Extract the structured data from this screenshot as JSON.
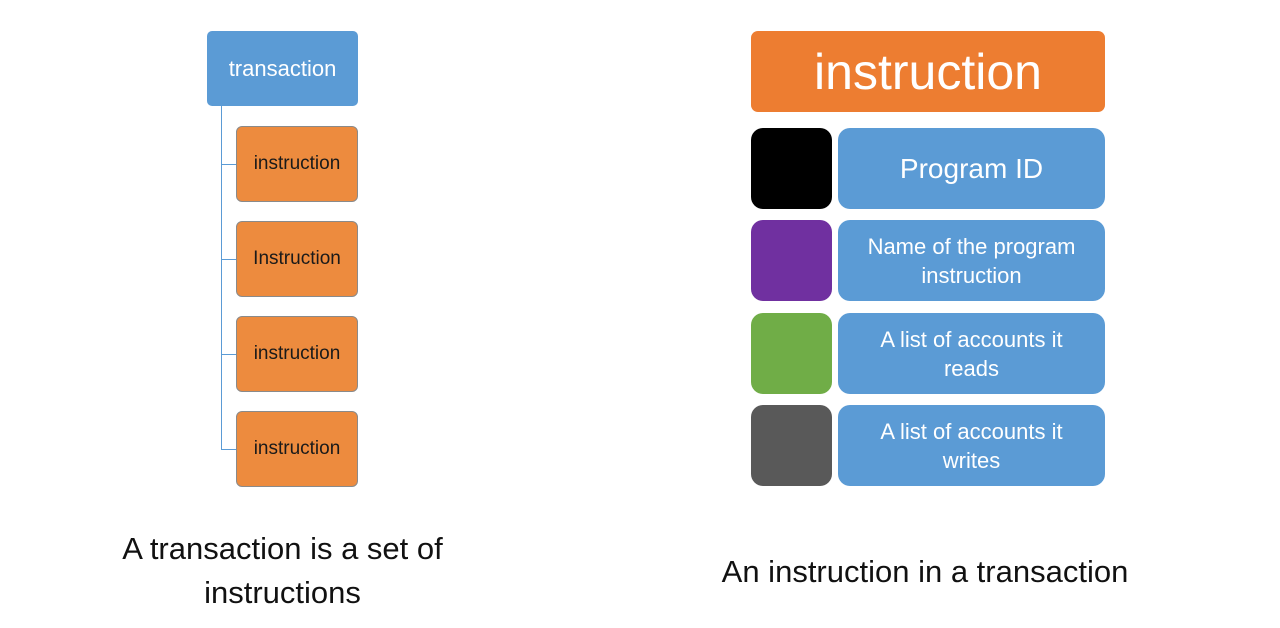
{
  "left_diagram": {
    "root_label": "transaction",
    "children": [
      "instruction",
      "Instruction",
      "instruction",
      "instruction"
    ],
    "caption_line1": "A transaction is a set of",
    "caption_line2": "instructions"
  },
  "right_diagram": {
    "header": "instruction",
    "fields": [
      {
        "label": "Program ID",
        "swatch_color": "#000000"
      },
      {
        "label": "Name of the program instruction",
        "swatch_color": "#7030a0"
      },
      {
        "label": "A list of accounts it reads",
        "swatch_color": "#70ad47"
      },
      {
        "label": "A list of accounts it writes",
        "swatch_color": "#595959"
      }
    ],
    "caption": "An instruction in a transaction"
  },
  "colors": {
    "blue": "#5b9bd5",
    "orange": "#ed7d31"
  }
}
